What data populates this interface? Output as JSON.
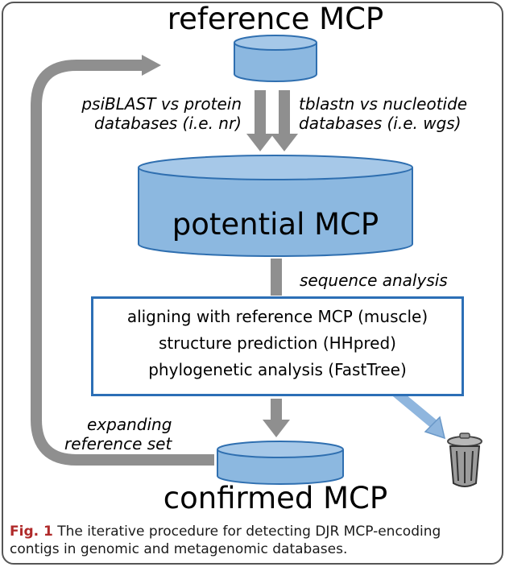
{
  "diagram": {
    "top_label": "reference MCP",
    "left_search": [
      "psiBLAST vs protein",
      "databases (i.e. nr)"
    ],
    "right_search": [
      "tblastn vs nucleotide",
      "databases (i.e. wgs)"
    ],
    "middle_label": "potential MCP",
    "analysis_label": "sequence analysis",
    "analysis_steps": [
      "aligning with reference MCP (muscle)",
      "structure prediction (HHpred)",
      "phylogenetic  analysis (FastTree)"
    ],
    "feedback_label": [
      "expanding",
      "reference set"
    ],
    "bottom_label": "confirmed MCP",
    "colors": {
      "cylinder_fill": "#8cb8e0",
      "cylinder_stroke": "#2f6fb0",
      "box_border": "#2c6fb6",
      "arrow_gray": "#8f8f8f",
      "arrow_blue": "#8fb6de",
      "frame": "#555555"
    },
    "icons": [
      "trash-can-icon"
    ]
  },
  "caption": {
    "label": "Fig. 1",
    "text": "The iterative procedure for detecting DJR MCP-encoding contigs in genomic and metagenomic databases."
  }
}
